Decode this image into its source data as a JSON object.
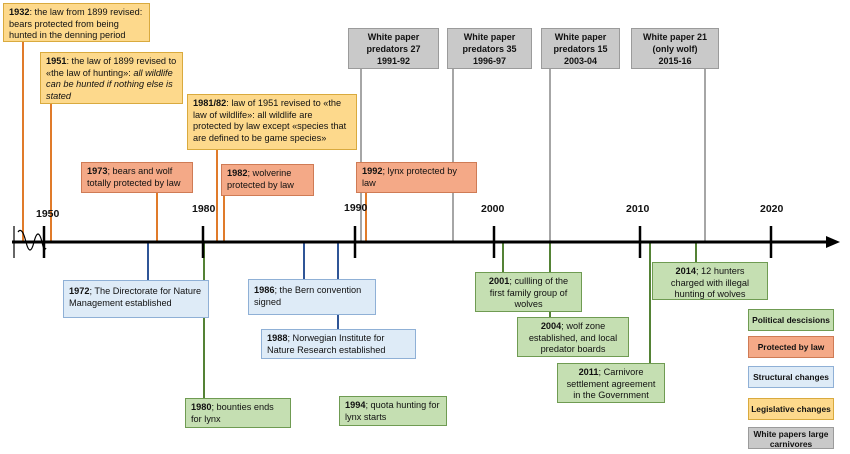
{
  "years": [
    "1950",
    "1980",
    "1990",
    "2000",
    "2010",
    "2020"
  ],
  "events": {
    "e1932": {
      "year": "1932",
      "text": ": the law from 1899 revised: bears protected from being hunted in the denning period"
    },
    "e1951": {
      "year": "1951",
      "text": ": the law of 1899 revised to «the law of hunting»: ",
      "italic": "all wildlife can be hunted if nothing else is stated"
    },
    "e1981": {
      "year": "1981/82",
      "text": ": law of 1951 revised to «the law of wildlife»: all wildlife are protected by law except «species that are defined to be game species»"
    },
    "e1973": {
      "year": "1973",
      "text": "; bears and wolf totally protected by law"
    },
    "e1982": {
      "year": "1982",
      "text": "; wolverine protected by law"
    },
    "e1992": {
      "year": "1992",
      "text": "; lynx protected by law"
    },
    "e1972": {
      "year": "1972",
      "text": ";  The Directorate for Nature Management established"
    },
    "e1986": {
      "year": "1986",
      "text": "; the Bern convention signed"
    },
    "e1988": {
      "year": "1988",
      "text": "; Norwegian Institute for Nature Research established"
    },
    "e1980": {
      "year": "1980",
      "text": "; bounties ends for lynx"
    },
    "e1994": {
      "year": "1994",
      "text": "; quota hunting for lynx starts"
    },
    "e2001": {
      "year": "2001",
      "text": "; cullling of the first family group of wolves"
    },
    "e2004": {
      "year": "2004",
      "text": "; wolf zone established, and local predator boards"
    },
    "e2011": {
      "year": "2011",
      "text": "; Carnivore settlement agreement in the Government"
    },
    "e2014": {
      "year": "2014",
      "text": "; 12 hunters charged with illegal hunting of wolves"
    }
  },
  "white_papers": [
    {
      "line1": "White paper",
      "line2": "predators 27",
      "line3": "1991-92"
    },
    {
      "line1": "White paper",
      "line2": "predators 35",
      "line3": "1996-97"
    },
    {
      "line1": "White paper",
      "line2": "predators 15",
      "line3": "2003-04"
    },
    {
      "line1": "White paper 21",
      "line2": "(only wolf)",
      "line3": "2015-16"
    }
  ],
  "legend": [
    {
      "label": "Political descisions",
      "color": "#c5dfb2"
    },
    {
      "label": "Protected by law",
      "color": "#f4a987"
    },
    {
      "label": "Structural changes",
      "color": "#deebf7"
    },
    {
      "label": "Legislative changes",
      "color": "#fdd98c"
    },
    {
      "label": "White papers large carnivores",
      "color": "#c9c9c9"
    }
  ]
}
